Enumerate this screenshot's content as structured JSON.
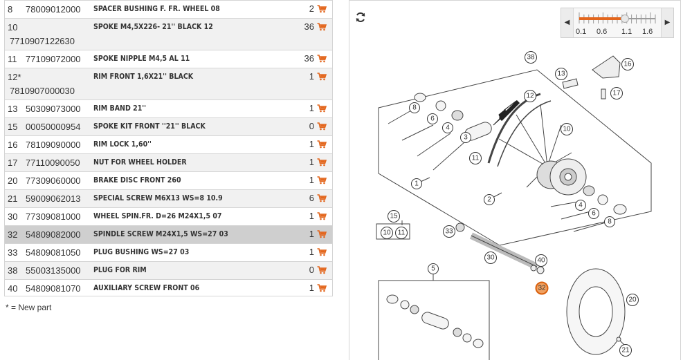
{
  "parts": [
    {
      "id": "8",
      "part_no": "78009012000",
      "desc": "SPACER BUSHING F. FR. WHEEL 08",
      "qty": "2",
      "layout": "h1",
      "shade": "plain"
    },
    {
      "id": "10",
      "part_no": "7710907122630",
      "desc": "SPOKE M4,5X226- 21'' BLACK 12",
      "qty": "36",
      "layout": "h2",
      "shade": "alt"
    },
    {
      "id": "11",
      "part_no": "77109072000",
      "desc": "SPOKE NIPPLE M4,5 AL 11",
      "qty": "36",
      "layout": "h1",
      "shade": "plain"
    },
    {
      "id": "12*",
      "part_no": "7810907000030",
      "desc": "RIM FRONT 1,6X21'' BLACK",
      "qty": "1",
      "layout": "h2",
      "shade": "alt"
    },
    {
      "id": "13",
      "part_no": "50309073000",
      "desc": "RIM BAND 21''",
      "qty": "1",
      "layout": "h1",
      "shade": "plain"
    },
    {
      "id": "15",
      "part_no": "00050000954",
      "desc": "SPOKE KIT FRONT ''21'' BLACK",
      "qty": "0",
      "layout": "h1",
      "shade": "alt"
    },
    {
      "id": "16",
      "part_no": "78109090000",
      "desc": "RIM LOCK 1,60''",
      "qty": "1",
      "layout": "h1",
      "shade": "plain"
    },
    {
      "id": "17",
      "part_no": "77110090050",
      "desc": "NUT FOR WHEEL HOLDER",
      "qty": "1",
      "layout": "h1",
      "shade": "alt"
    },
    {
      "id": "20",
      "part_no": "77309060000",
      "desc": "BRAKE DISC FRONT 260",
      "qty": "1",
      "layout": "h1",
      "shade": "plain"
    },
    {
      "id": "21",
      "part_no": "59009062013",
      "desc": "SPECIAL SCREW M6X13 WS=8 10.9",
      "qty": "6",
      "layout": "h1",
      "shade": "alt"
    },
    {
      "id": "30",
      "part_no": "77309081000",
      "desc": "WHEEL SPIN.FR. D=26 M24X1,5 07",
      "qty": "1",
      "layout": "h1",
      "shade": "plain"
    },
    {
      "id": "32",
      "part_no": "54809082000",
      "desc": "SPINDLE SCREW M24X1,5 WS=27 03",
      "qty": "1",
      "layout": "h1",
      "shade": "sel"
    },
    {
      "id": "33",
      "part_no": "54809081050",
      "desc": "PLUG BUSHING WS=27 03",
      "qty": "1",
      "layout": "h1",
      "shade": "plain"
    },
    {
      "id": "38",
      "part_no": "55003135000",
      "desc": "PLUG FOR RIM",
      "qty": "0",
      "layout": "h1",
      "shade": "alt"
    },
    {
      "id": "40",
      "part_no": "54809081070",
      "desc": "AUXILIARY SCREW FRONT 06",
      "qty": "1",
      "layout": "short",
      "shade": "plain"
    }
  ],
  "footnote": "* = New part",
  "zoom": {
    "labels": [
      "0.1",
      "0.6",
      "1.1",
      "1.6"
    ],
    "level": 1.0,
    "min": 0.1,
    "max": 1.6
  },
  "colors": {
    "accent": "#e3661d",
    "highlight": "#f0a060",
    "selected_row": "#cfcfcf",
    "alt_row": "#f1f1f1"
  },
  "icons": {
    "cart": "shopping-cart-icon",
    "refresh": "refresh-icon",
    "zoom_left": "arrow-left-icon",
    "zoom_right": "arrow-right-icon"
  },
  "callouts": [
    {
      "num": "38",
      "highlight": false
    },
    {
      "num": "13",
      "highlight": false
    },
    {
      "num": "16",
      "highlight": false
    },
    {
      "num": "17",
      "highlight": false
    },
    {
      "num": "12",
      "highlight": false
    },
    {
      "num": "8",
      "highlight": false
    },
    {
      "num": "6",
      "highlight": false
    },
    {
      "num": "4",
      "highlight": false
    },
    {
      "num": "3",
      "highlight": false
    },
    {
      "num": "10",
      "highlight": false
    },
    {
      "num": "11",
      "highlight": false
    },
    {
      "num": "1",
      "highlight": false
    },
    {
      "num": "2",
      "highlight": false
    },
    {
      "num": "4",
      "highlight": false
    },
    {
      "num": "6",
      "highlight": false
    },
    {
      "num": "8",
      "highlight": false
    },
    {
      "num": "15",
      "highlight": false
    },
    {
      "num": "10",
      "highlight": false
    },
    {
      "num": "11",
      "highlight": false
    },
    {
      "num": "33",
      "highlight": false
    },
    {
      "num": "30",
      "highlight": false
    },
    {
      "num": "40",
      "highlight": false
    },
    {
      "num": "32",
      "highlight": true
    },
    {
      "num": "5",
      "highlight": false
    },
    {
      "num": "20",
      "highlight": false
    },
    {
      "num": "21",
      "highlight": false
    }
  ]
}
